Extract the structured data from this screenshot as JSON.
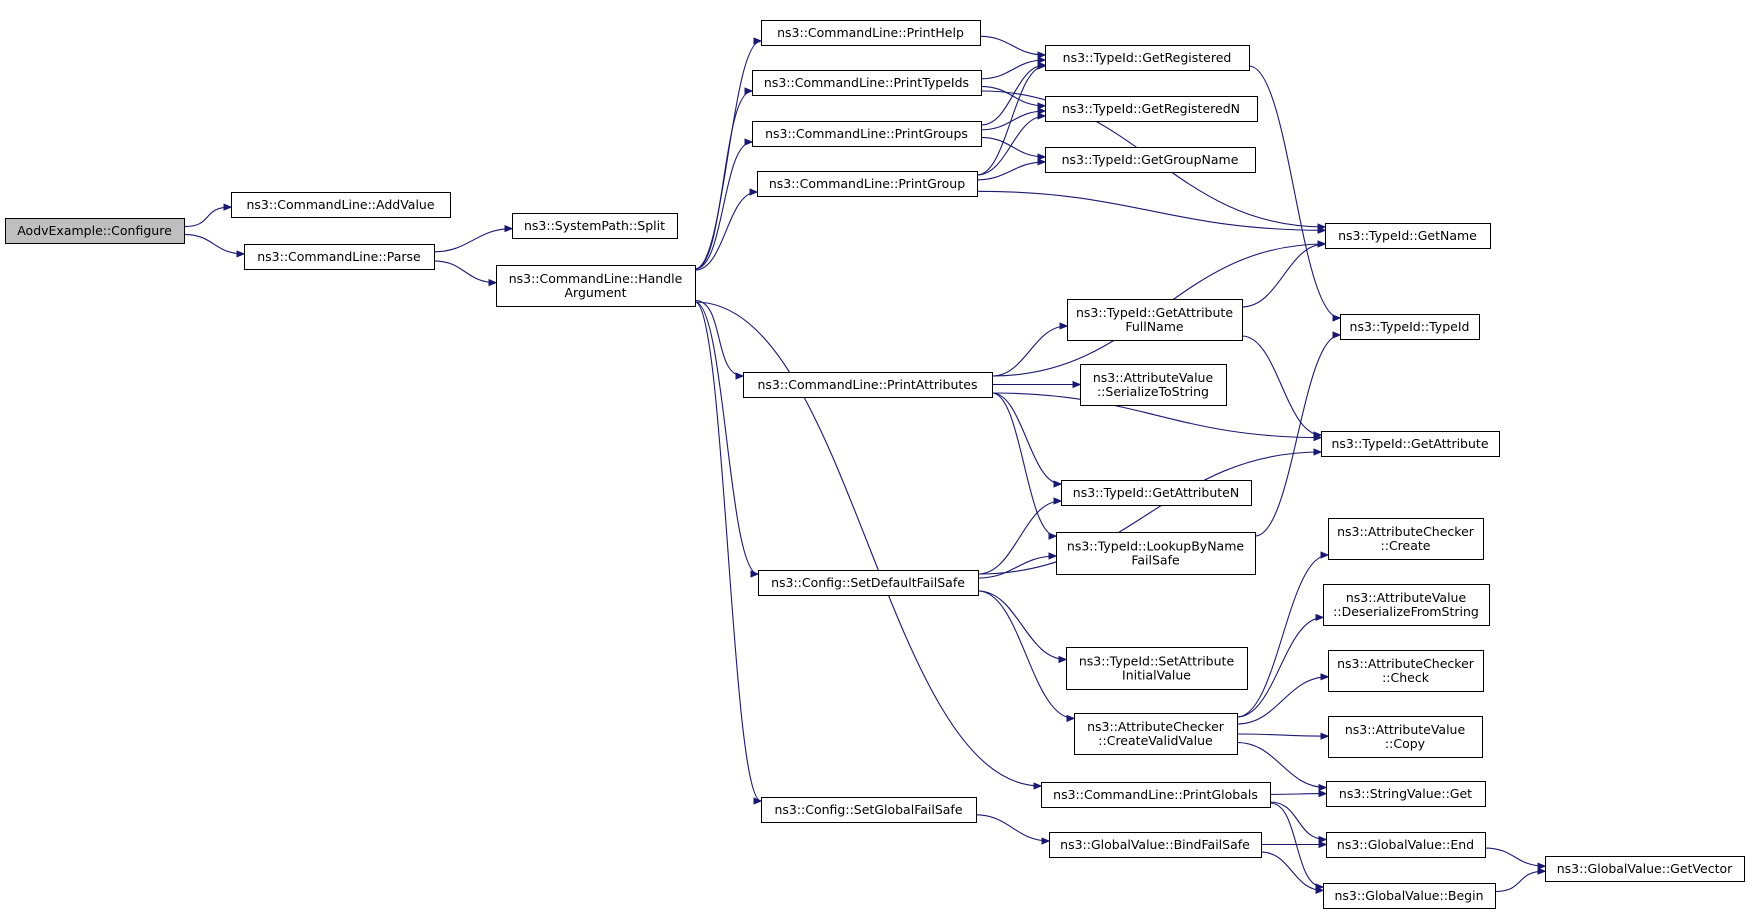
{
  "nodes": [
    {
      "id": "configure",
      "lines": [
        "AodvExample::Configure"
      ],
      "selected": true
    },
    {
      "id": "addvalue",
      "lines": [
        "ns3::CommandLine::AddValue"
      ]
    },
    {
      "id": "parse",
      "lines": [
        "ns3::CommandLine::Parse"
      ]
    },
    {
      "id": "split",
      "lines": [
        "ns3::SystemPath::Split"
      ]
    },
    {
      "id": "handlearg",
      "lines": [
        "ns3::CommandLine::Handle",
        "Argument"
      ]
    },
    {
      "id": "printhelp",
      "lines": [
        "ns3::CommandLine::PrintHelp"
      ]
    },
    {
      "id": "printtypeids",
      "lines": [
        "ns3::CommandLine::PrintTypeIds"
      ]
    },
    {
      "id": "printgroups",
      "lines": [
        "ns3::CommandLine::PrintGroups"
      ]
    },
    {
      "id": "printgroup",
      "lines": [
        "ns3::CommandLine::PrintGroup"
      ]
    },
    {
      "id": "printattributes",
      "lines": [
        "ns3::CommandLine::PrintAttributes"
      ]
    },
    {
      "id": "setdefaultfailsafe",
      "lines": [
        "ns3::Config::SetDefaultFailSafe"
      ]
    },
    {
      "id": "setglobalfailsafe",
      "lines": [
        "ns3::Config::SetGlobalFailSafe"
      ]
    },
    {
      "id": "getregistered",
      "lines": [
        "ns3::TypeId::GetRegistered"
      ]
    },
    {
      "id": "getregisteredn",
      "lines": [
        "ns3::TypeId::GetRegisteredN"
      ]
    },
    {
      "id": "getgroupname",
      "lines": [
        "ns3::TypeId::GetGroupName"
      ]
    },
    {
      "id": "getattributefullname",
      "lines": [
        "ns3::TypeId::GetAttribute",
        "FullName"
      ]
    },
    {
      "id": "serializetostring",
      "lines": [
        "ns3::AttributeValue",
        "::SerializeToString"
      ]
    },
    {
      "id": "getattributen",
      "lines": [
        "ns3::TypeId::GetAttributeN"
      ]
    },
    {
      "id": "lookupbynamefailsafe",
      "lines": [
        "ns3::TypeId::LookupByName",
        "FailSafe"
      ]
    },
    {
      "id": "setattributeinitialvalue",
      "lines": [
        "ns3::TypeId::SetAttribute",
        "InitialValue"
      ]
    },
    {
      "id": "createvalidvalue",
      "lines": [
        "ns3::AttributeChecker",
        "::CreateValidValue"
      ]
    },
    {
      "id": "printglobals",
      "lines": [
        "ns3::CommandLine::PrintGlobals"
      ]
    },
    {
      "id": "bindfailsafe",
      "lines": [
        "ns3::GlobalValue::BindFailSafe"
      ]
    },
    {
      "id": "getname",
      "lines": [
        "ns3::TypeId::GetName"
      ]
    },
    {
      "id": "typeid",
      "lines": [
        "ns3::TypeId::TypeId"
      ]
    },
    {
      "id": "getattribute",
      "lines": [
        "ns3::TypeId::GetAttribute"
      ]
    },
    {
      "id": "checkercreate",
      "lines": [
        "ns3::AttributeChecker",
        "::Create"
      ]
    },
    {
      "id": "deserializefromstring",
      "lines": [
        "ns3::AttributeValue",
        "::DeserializeFromString"
      ]
    },
    {
      "id": "checkercheck",
      "lines": [
        "ns3::AttributeChecker",
        "::Check"
      ]
    },
    {
      "id": "valuecopy",
      "lines": [
        "ns3::AttributeValue",
        "::Copy"
      ]
    },
    {
      "id": "stringvalueget",
      "lines": [
        "ns3::StringValue::Get"
      ]
    },
    {
      "id": "globalvalueend",
      "lines": [
        "ns3::GlobalValue::End"
      ]
    },
    {
      "id": "globalvaluebegin",
      "lines": [
        "ns3::GlobalValue::Begin"
      ]
    },
    {
      "id": "getvector",
      "lines": [
        "ns3::GlobalValue::GetVector"
      ]
    }
  ],
  "edges": [
    [
      "configure",
      "addvalue"
    ],
    [
      "configure",
      "parse"
    ],
    [
      "parse",
      "split"
    ],
    [
      "parse",
      "handlearg"
    ],
    [
      "handlearg",
      "printhelp"
    ],
    [
      "handlearg",
      "printtypeids"
    ],
    [
      "handlearg",
      "printgroups"
    ],
    [
      "handlearg",
      "printgroup"
    ],
    [
      "handlearg",
      "printattributes"
    ],
    [
      "handlearg",
      "setdefaultfailsafe"
    ],
    [
      "handlearg",
      "setglobalfailsafe"
    ],
    [
      "handlearg",
      "printglobals"
    ],
    [
      "printhelp",
      "getregistered"
    ],
    [
      "printtypeids",
      "getregistered"
    ],
    [
      "printtypeids",
      "getregisteredn"
    ],
    [
      "printtypeids",
      "getname"
    ],
    [
      "printgroups",
      "getregistered"
    ],
    [
      "printgroups",
      "getregisteredn"
    ],
    [
      "printgroups",
      "getgroupname"
    ],
    [
      "printgroup",
      "getregistered"
    ],
    [
      "printgroup",
      "getregisteredn"
    ],
    [
      "printgroup",
      "getgroupname"
    ],
    [
      "printgroup",
      "getname"
    ],
    [
      "getregistered",
      "typeid"
    ],
    [
      "printattributes",
      "getname"
    ],
    [
      "printattributes",
      "getattributefullname"
    ],
    [
      "printattributes",
      "serializetostring"
    ],
    [
      "printattributes",
      "getattribute"
    ],
    [
      "printattributes",
      "getattributen"
    ],
    [
      "printattributes",
      "lookupbynamefailsafe"
    ],
    [
      "getattributefullname",
      "getname"
    ],
    [
      "getattributefullname",
      "getattribute"
    ],
    [
      "setdefaultfailsafe",
      "getattributen"
    ],
    [
      "setdefaultfailsafe",
      "lookupbynamefailsafe"
    ],
    [
      "setdefaultfailsafe",
      "getattribute"
    ],
    [
      "setdefaultfailsafe",
      "setattributeinitialvalue"
    ],
    [
      "setdefaultfailsafe",
      "createvalidvalue"
    ],
    [
      "lookupbynamefailsafe",
      "typeid"
    ],
    [
      "createvalidvalue",
      "checkercreate"
    ],
    [
      "createvalidvalue",
      "deserializefromstring"
    ],
    [
      "createvalidvalue",
      "checkercheck"
    ],
    [
      "createvalidvalue",
      "valuecopy"
    ],
    [
      "createvalidvalue",
      "stringvalueget"
    ],
    [
      "printglobals",
      "stringvalueget"
    ],
    [
      "printglobals",
      "globalvalueend"
    ],
    [
      "printglobals",
      "globalvaluebegin"
    ],
    [
      "setglobalfailsafe",
      "bindfailsafe"
    ],
    [
      "bindfailsafe",
      "globalvalueend"
    ],
    [
      "bindfailsafe",
      "globalvaluebegin"
    ],
    [
      "globalvalueend",
      "getvector"
    ],
    [
      "globalvaluebegin",
      "getvector"
    ]
  ]
}
